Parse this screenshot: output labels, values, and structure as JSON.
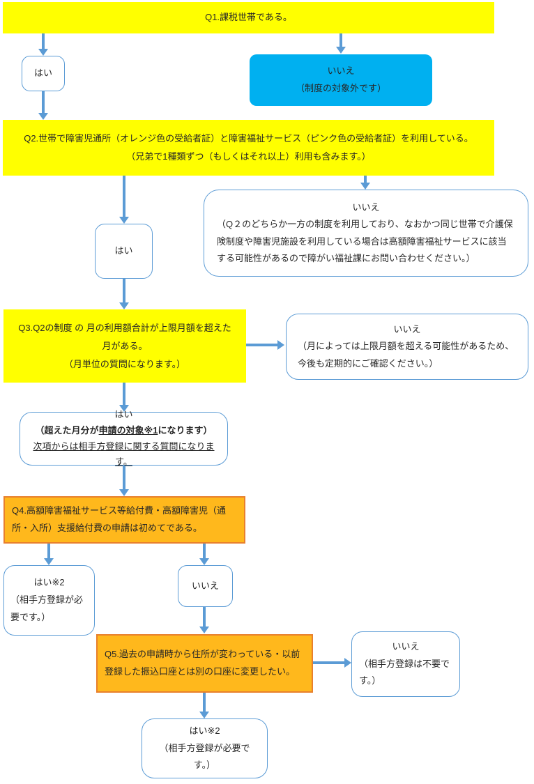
{
  "colors": {
    "yellow": "#FFFF00",
    "blue": "#00B0F0",
    "orange": "#FFB81C",
    "orange-border": "#E8802D",
    "line": "#5B9BD5",
    "text": "#262626"
  },
  "nodes": {
    "q1": {
      "text": "Q1.課税世帯である。"
    },
    "q1_yes": {
      "text": "はい"
    },
    "q1_no": {
      "title": "いいえ",
      "body": "（制度の対象外です）"
    },
    "q2": {
      "line1": "Q2.世帯で障害児通所（オレンジ色の受給者証）と障害福祉サービス（ピンク色の受給者証）を利用している。",
      "line2": "（兄弟で1種類ずつ（もしくはそれ以上）利用も含みます。）"
    },
    "q2_yes": {
      "text": "はい"
    },
    "q2_no": {
      "title": "いいえ",
      "body": "（Q２のどちらか一方の制度を利用しており、なおかつ同じ世帯で介護保険制度や障害児施設を利用している場合は高額障害福祉サービスに該当する可能性があるので障がい福祉課にお問い合わせください。）"
    },
    "q3": {
      "line1": "Q3.Q2の制度 の 月の利用額合計が上限月額を超えた",
      "line2": "月がある。",
      "line3": "（月単位の質問になります。）"
    },
    "q3_no": {
      "title": "いいえ",
      "body": "（月によっては上限月額を超える可能性があるため、今後も定期的にご確認ください。）"
    },
    "q3_yes": {
      "title": "はい",
      "bold_prefix": "（超えた月分が",
      "bold_underline": "申請の対象※1",
      "bold_suffix": "になります）",
      "underline_line": "次項からは相手方登録に関する質問になります。"
    },
    "q4": {
      "text": "Q4.高額障害福祉サービス等給付費・高額障害児（通所・入所）支援給付費の申請は初めてである。"
    },
    "q4_yes": {
      "title": "はい※2",
      "body": "（相手方登録が必要です。）"
    },
    "q4_no": {
      "text": "いいえ"
    },
    "q5": {
      "text": "Q5.過去の申請時から住所が変わっている・以前登録した振込口座とは別の口座に変更したい。"
    },
    "q5_no": {
      "title": "いいえ",
      "body": "（相手方登録は不要です。）"
    },
    "q5_yes": {
      "title": "はい※2",
      "body": "（相手方登録が必要です。）"
    }
  },
  "edges": [
    {
      "from": "q1",
      "to": "q1_yes"
    },
    {
      "from": "q1",
      "to": "q1_no"
    },
    {
      "from": "q1_yes",
      "to": "q2"
    },
    {
      "from": "q2",
      "to": "q2_yes"
    },
    {
      "from": "q2",
      "to": "q2_no"
    },
    {
      "from": "q2_yes",
      "to": "q3"
    },
    {
      "from": "q3",
      "to": "q3_no"
    },
    {
      "from": "q3",
      "to": "q3_yes"
    },
    {
      "from": "q3_yes",
      "to": "q4"
    },
    {
      "from": "q4",
      "to": "q4_yes"
    },
    {
      "from": "q4",
      "to": "q4_no"
    },
    {
      "from": "q4_no",
      "to": "q5"
    },
    {
      "from": "q5",
      "to": "q5_no"
    },
    {
      "from": "q5",
      "to": "q5_yes"
    }
  ]
}
